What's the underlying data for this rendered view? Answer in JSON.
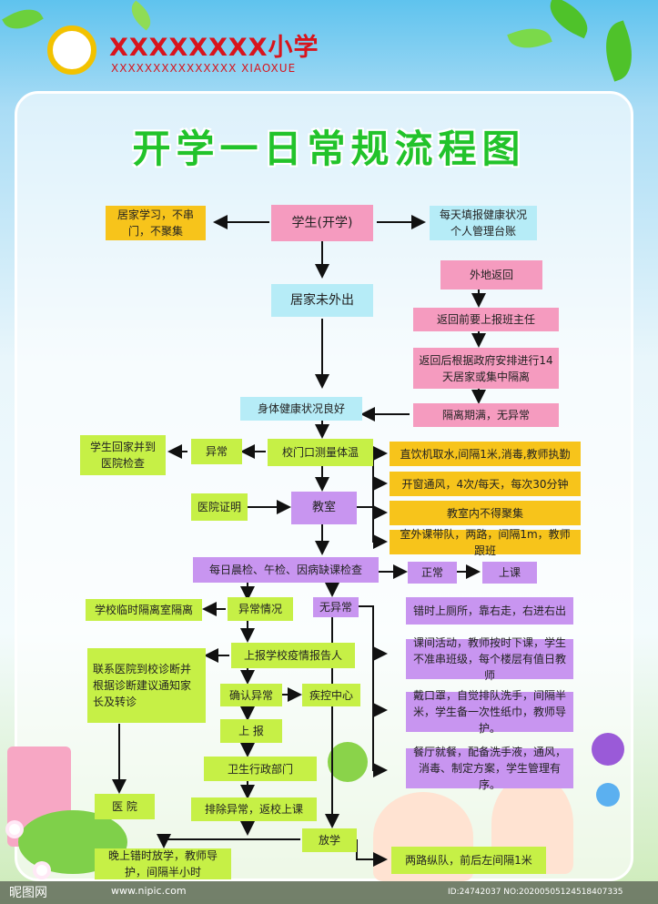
{
  "header": {
    "brand": "XXXXXXXX小学",
    "brand_sub": "XXXXXXXXXXXXXXX XIAOXUE",
    "title": "开学一日常规流程图"
  },
  "nodes": {
    "n1": "居家学习，不串门，不聚集",
    "n2": "学生(开学)",
    "n3": "每天填报健康状况个人管理台账",
    "n4": "外地返回",
    "n5": "居家未外出",
    "n6": "返回前要上报班主任",
    "n7": "返回后根据政府安排进行14天居家或集中隔离",
    "n8": "身体健康状况良好",
    "n9": "隔离期满，无异常",
    "n10": "学生回家并到医院检查",
    "n11": "异常",
    "n12": "校门口测量体温",
    "n13": "直饮机取水,间隔1米,消毒,教师执勤",
    "n14": "开窗通风，4次/每天，每次30分钟",
    "n15": "医院证明",
    "n16": "教室",
    "n17": "教室内不得聚集",
    "n18": "室外课带队，两路，间隔1m，教师跟班",
    "n19": "每日晨检、午检、因病缺课检查",
    "n20": "正常",
    "n21": "上课",
    "n22": "学校临时隔离室隔离",
    "n23": "异常情况",
    "n24": "无异常",
    "n25": "错时上厕所，靠右走，右进右出",
    "n26": "联系医院到校诊断并根据诊断建议通知家长及转诊",
    "n27": "上报学校疫情报告人",
    "n28": "课间活动，教师按时下课，学生不准串班级，每个楼层有值日教师",
    "n29": "确认异常",
    "n30": "疾控中心",
    "n31": "戴口罩，自觉排队洗手，间隔半米，学生备一次性纸巾，教师导护。",
    "n32": "上 报",
    "n33": "卫生行政部门",
    "n34": "餐厅就餐，配备洗手液，通风，消毒、制定方案，学生管理有序。",
    "n35": "医 院",
    "n36": "排除异常，返校上课",
    "n37": "放学",
    "n38": "晚上错时放学，教师导护，间隔半小时",
    "n39": "两路纵队，前后左间隔1米"
  },
  "footer": {
    "site_logo": "昵图网",
    "site_url": "www.nipic.com",
    "image_id": "ID:24742037 NO:20200505124518407335"
  },
  "colors": {
    "title": "#22c32a",
    "brand": "#d8141c",
    "yellow": "#f7c41b",
    "pink": "#f59bbf",
    "cyan": "#b6ecf7",
    "lime": "#c6f046",
    "purple": "#c895f0"
  }
}
